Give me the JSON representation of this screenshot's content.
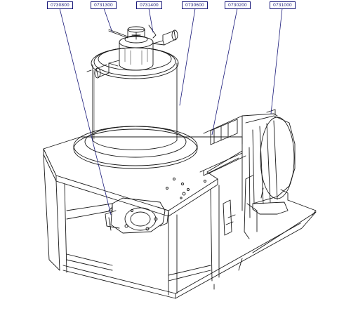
{
  "callouts": [
    {
      "id": "c1",
      "label": "0730800"
    },
    {
      "id": "c2",
      "label": "0731300"
    },
    {
      "id": "c3",
      "label": "0731400"
    },
    {
      "id": "c4",
      "label": "0730600"
    },
    {
      "id": "c5",
      "label": "0730200"
    },
    {
      "id": "c6",
      "label": "0731000"
    }
  ],
  "colors": {
    "line": "#1a1a1a",
    "leader": "#1a1a7a",
    "background": "#ffffff"
  }
}
